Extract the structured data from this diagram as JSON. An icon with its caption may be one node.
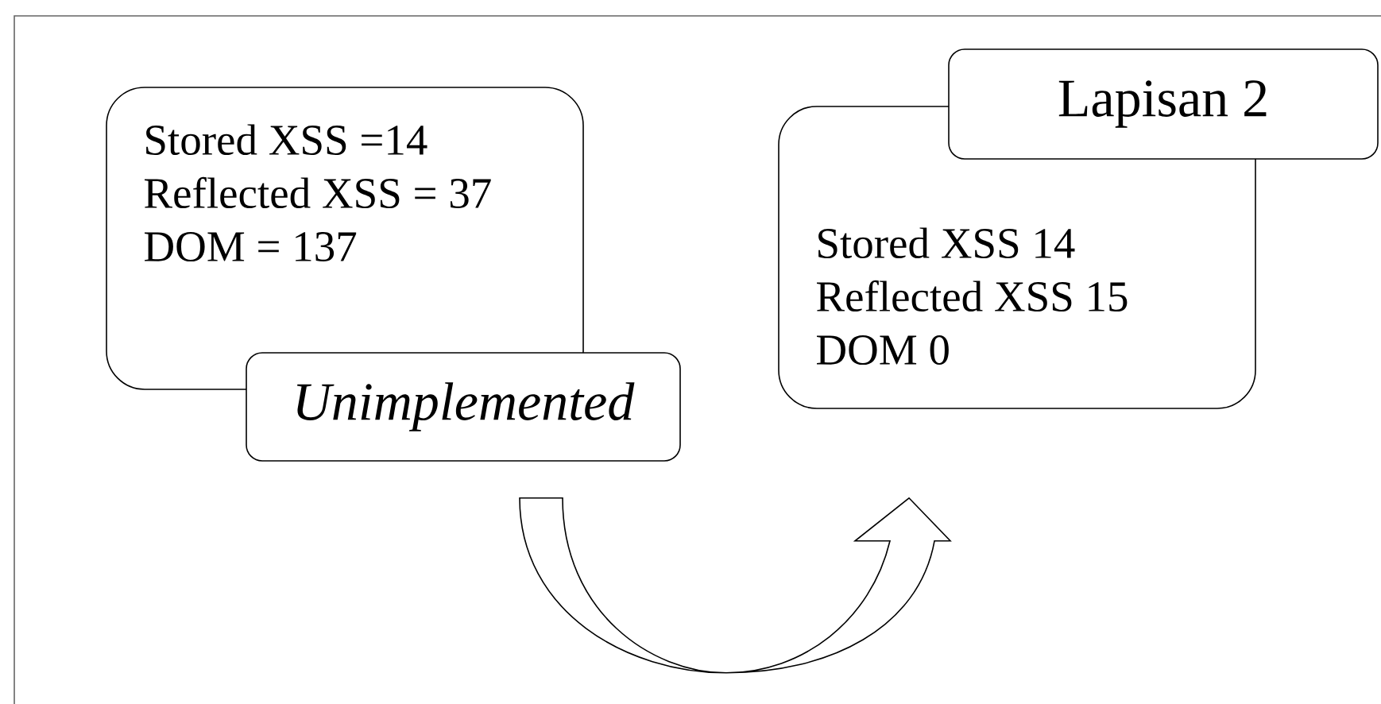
{
  "diagram": {
    "nodes": [
      {
        "text": [
          "Stored XSS =14",
          "Reflected XSS = 37",
          "DOM = 137"
        ]
      },
      {
        "text": [
          "Unimplemented"
        ]
      },
      {
        "text": [
          "Stored XSS 14",
          "Reflected XSS 15",
          "DOM 0"
        ]
      },
      {
        "text": [
          "Lapisan 2"
        ]
      }
    ],
    "edges": [
      {
        "from": 1,
        "to": 2,
        "arrow": "to"
      }
    ]
  }
}
